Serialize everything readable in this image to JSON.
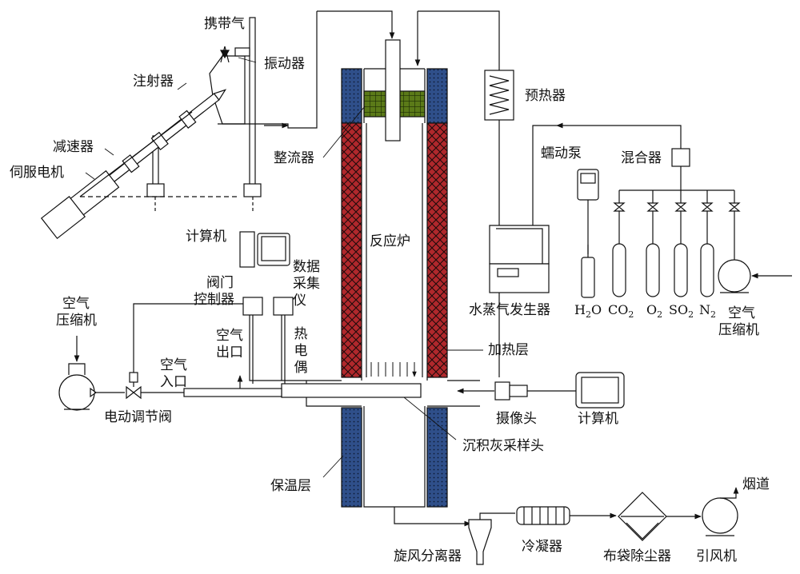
{
  "colors": {
    "heating": "#b0282c",
    "insulation": "#2f4f8a",
    "straightener": "#4f6a12",
    "line": "#111111"
  },
  "labels": {
    "carrier_gas": "携带气",
    "vibrator": "振动器",
    "injector": "注射器",
    "reducer": "减速器",
    "servo_motor": "伺服电机",
    "straightener": "整流器",
    "computer_top": "计算机",
    "data_acq": "数据采集仪",
    "valve_ctrl_1": "阀门",
    "valve_ctrl_2": "控制器",
    "air_comp_left_1": "空气",
    "air_comp_left_2": "压缩机",
    "air_outlet_1": "空气",
    "air_outlet_2": "出口",
    "air_inlet_1": "空气",
    "air_inlet_2": "入口",
    "thermocouple": "热电偶",
    "electric_valve": "电动调节阀",
    "reactor": "反应炉",
    "heating_layer": "加热层",
    "camera": "摄像头",
    "computer_right": "计算机",
    "ash_probe": "沉积灰采样头",
    "insulation_layer": "保温层",
    "preheater": "预热器",
    "pump": "蠕动泵",
    "mixer": "混合器",
    "steam_gen": "水蒸气发生器",
    "air_comp_right_1": "空气",
    "air_comp_right_2": "压缩机",
    "cyclone": "旋风分离器",
    "condenser": "冷凝器",
    "bag_filter": "布袋除尘器",
    "fan": "引风机",
    "flue": "烟道"
  },
  "gases": [
    {
      "base": "H",
      "sub": "2",
      "tail": "O"
    },
    {
      "base": "CO",
      "sub": "2",
      "tail": ""
    },
    {
      "base": "O",
      "sub": "2",
      "tail": ""
    },
    {
      "base": "SO",
      "sub": "2",
      "tail": ""
    },
    {
      "base": "N",
      "sub": "2",
      "tail": ""
    }
  ]
}
